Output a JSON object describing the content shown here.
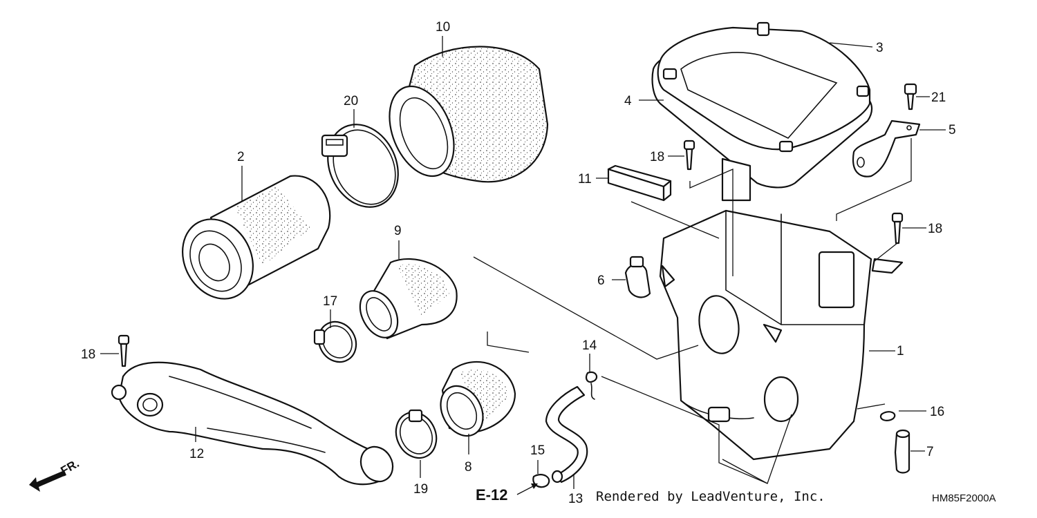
{
  "callouts": {
    "c1": "1",
    "c2": "2",
    "c3": "3",
    "c4": "4",
    "c5": "5",
    "c6": "6",
    "c7": "7",
    "c8": "8",
    "c9": "9",
    "c10": "10",
    "c11": "11",
    "c12": "12",
    "c13": "13",
    "c14": "14",
    "c15": "15",
    "c16": "16",
    "c17": "17",
    "c18a": "18",
    "c18b": "18",
    "c18c": "18",
    "c19": "19",
    "c20": "20",
    "c21": "21"
  },
  "direction_label": "FR.",
  "reference_label": "E-12",
  "credit": "Rendered by LeadVenture, Inc.",
  "diagram_code": "HM85F2000A"
}
